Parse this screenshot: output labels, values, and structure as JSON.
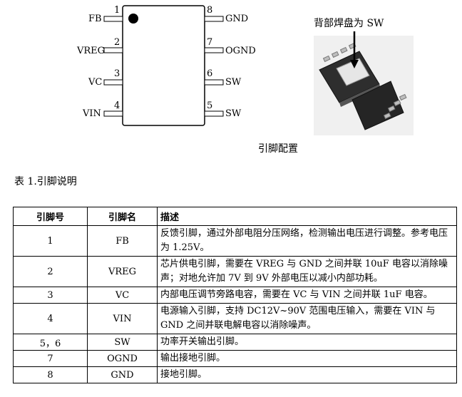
{
  "pinout": {
    "left_pins": [
      {
        "num": "1",
        "name": "FB"
      },
      {
        "num": "2",
        "name": "VREG"
      },
      {
        "num": "3",
        "name": "VC"
      },
      {
        "num": "4",
        "name": "VIN"
      }
    ],
    "right_pins": [
      {
        "num": "8",
        "name": "GND"
      },
      {
        "num": "7",
        "name": "OGND"
      },
      {
        "num": "6",
        "name": "SW"
      },
      {
        "num": "5",
        "name": "SW"
      }
    ],
    "photo_caption": "背部焊盘为 SW",
    "figure_caption": "引脚配置"
  },
  "table_caption": "表 1.引脚说明",
  "table": {
    "headers": [
      "引脚号",
      "引脚名",
      "描述"
    ],
    "rows": [
      {
        "pin_no": "1",
        "pin_name": "FB",
        "desc": "反馈引脚，通过外部电阻分压网络，检测输出电压进行调整。参考电压为 1.25V。"
      },
      {
        "pin_no": "2",
        "pin_name": "VREG",
        "desc": "芯片供电引脚，需要在 VREG 与 GND 之间并联 10uF 电容以消除噪声；对地允许加 7V 到 9V 外部电压以减小内部功耗。"
      },
      {
        "pin_no": "3",
        "pin_name": "VC",
        "desc": "内部电压调节旁路电容，需要在 VC 与 VIN 之间并联 1uF 电容。"
      },
      {
        "pin_no": "4",
        "pin_name": "VIN",
        "desc": "电源输入引脚，支持 DC12V~90V 范围电压输入，需要在 VIN 与 GND 之间并联电解电容以消除噪声。"
      },
      {
        "pin_no": "5，6",
        "pin_name": "SW",
        "desc": "功率开关输出引脚。"
      },
      {
        "pin_no": "7",
        "pin_name": "OGND",
        "desc": "输出接地引脚。"
      },
      {
        "pin_no": "8",
        "pin_name": "GND",
        "desc": "接地引脚。"
      }
    ]
  }
}
